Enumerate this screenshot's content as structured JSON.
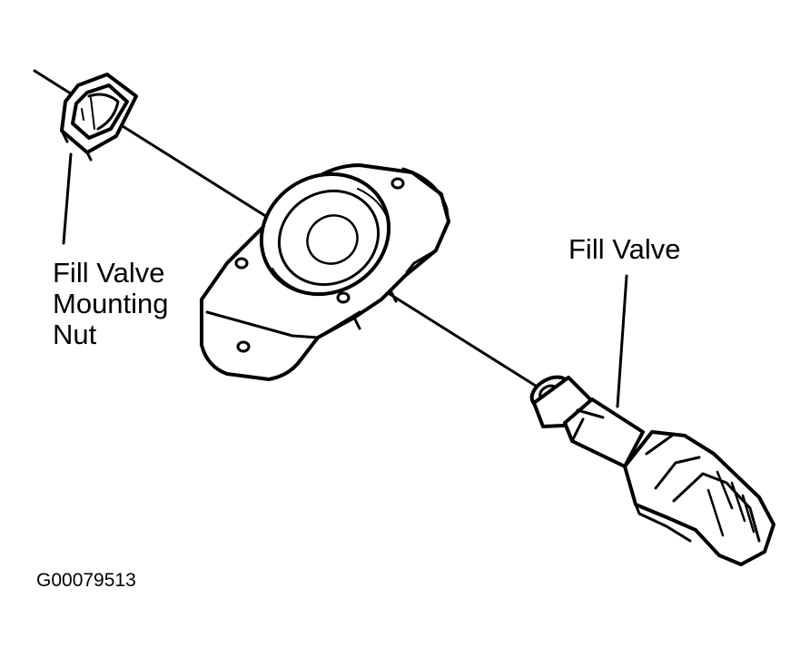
{
  "labels": {
    "mounting_nut": [
      "Fill Valve",
      "Mounting",
      "Nut"
    ],
    "fill_valve": "Fill Valve",
    "figure_code": "G00079513"
  },
  "parts": {
    "nut": "hex-nut",
    "bracket": "mounting-bracket",
    "valve": "fill-valve"
  },
  "colors": {
    "ink": "#000000",
    "background": "#ffffff"
  }
}
